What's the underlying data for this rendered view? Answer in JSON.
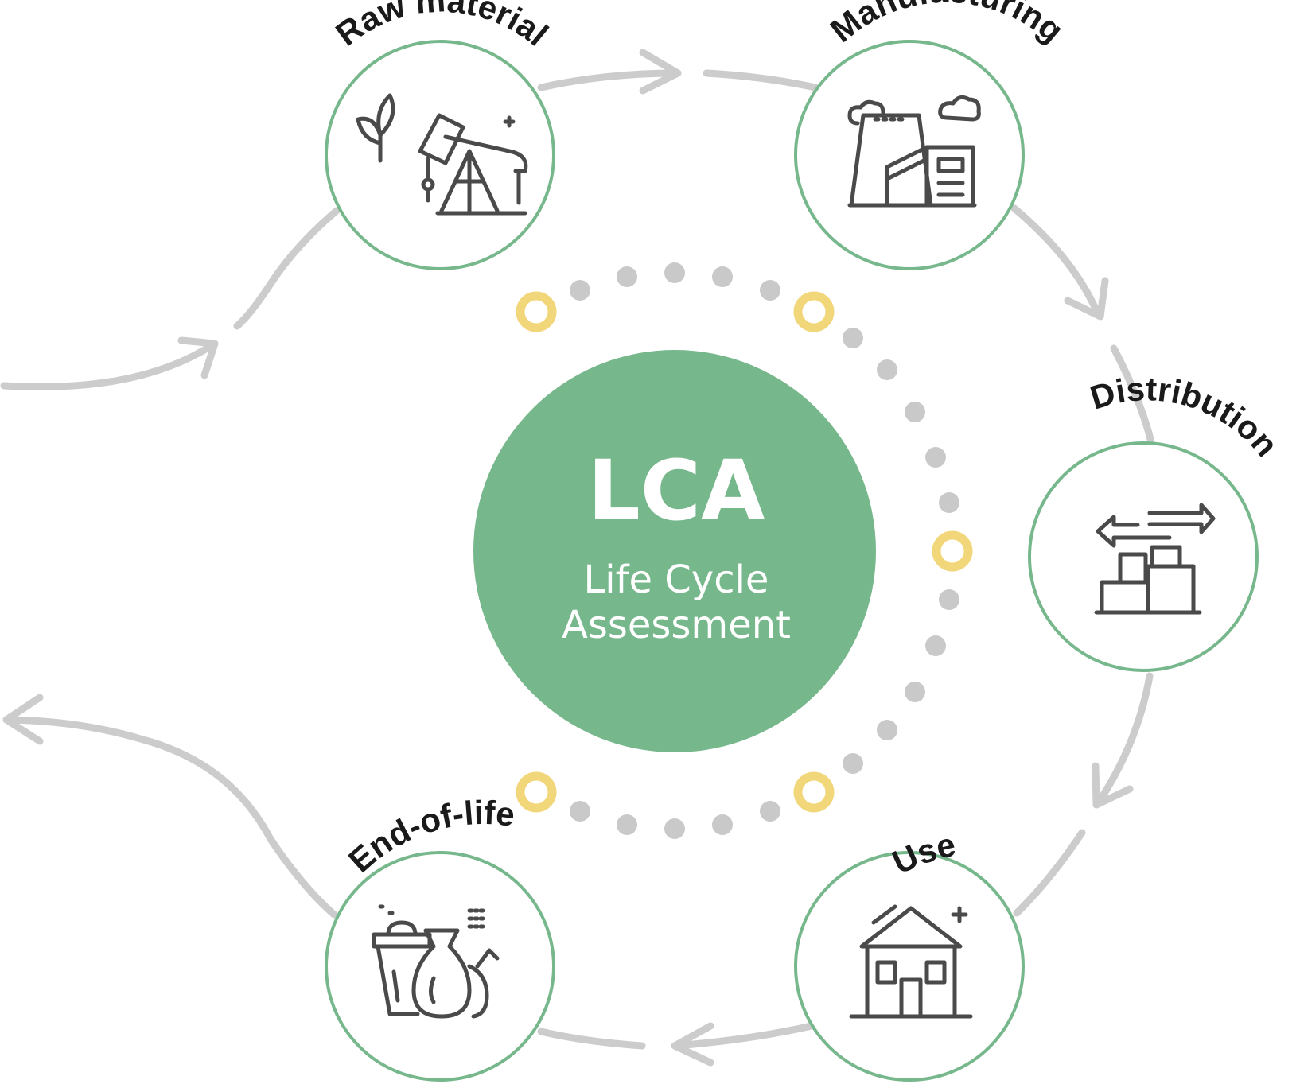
{
  "center": {
    "title": "LCA",
    "subtitle_line1": "Life Cycle",
    "subtitle_line2": "Assessment"
  },
  "stages": [
    {
      "id": "raw-material",
      "label": "Raw material",
      "icon": "plant-and-oil-pump-icon"
    },
    {
      "id": "manufacturing",
      "label": "Manufacturing",
      "icon": "factory-icon"
    },
    {
      "id": "distribution",
      "label": "Distribution",
      "icon": "boxes-exchange-icon"
    },
    {
      "id": "use",
      "label": "Use",
      "icon": "house-icon"
    },
    {
      "id": "end-of-life",
      "label": "End-of-life",
      "icon": "waste-bin-and-bags-icon"
    }
  ],
  "colors": {
    "center_fill": "#77b78c",
    "node_ring": "#77b78c",
    "flow_arrows": "#cccccc",
    "dots_gray": "#c9c9c9",
    "dots_yellow": "#f2d77a",
    "icon_stroke": "#4a4a4a"
  }
}
